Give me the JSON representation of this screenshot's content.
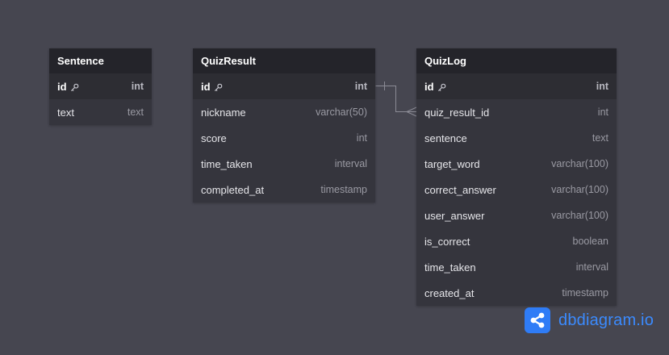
{
  "tables": [
    {
      "id": "sentence",
      "name": "Sentence",
      "fields": [
        {
          "name": "id",
          "type": "int",
          "pk": true
        },
        {
          "name": "text",
          "type": "text",
          "pk": false
        }
      ]
    },
    {
      "id": "quizresult",
      "name": "QuizResult",
      "fields": [
        {
          "name": "id",
          "type": "int",
          "pk": true
        },
        {
          "name": "nickname",
          "type": "varchar(50)",
          "pk": false
        },
        {
          "name": "score",
          "type": "int",
          "pk": false
        },
        {
          "name": "time_taken",
          "type": "interval",
          "pk": false
        },
        {
          "name": "completed_at",
          "type": "timestamp",
          "pk": false
        }
      ]
    },
    {
      "id": "quizlog",
      "name": "QuizLog",
      "fields": [
        {
          "name": "id",
          "type": "int",
          "pk": true
        },
        {
          "name": "quiz_result_id",
          "type": "int",
          "pk": false
        },
        {
          "name": "sentence",
          "type": "text",
          "pk": false
        },
        {
          "name": "target_word",
          "type": "varchar(100)",
          "pk": false
        },
        {
          "name": "correct_answer",
          "type": "varchar(100)",
          "pk": false
        },
        {
          "name": "user_answer",
          "type": "varchar(100)",
          "pk": false
        },
        {
          "name": "is_correct",
          "type": "boolean",
          "pk": false
        },
        {
          "name": "time_taken",
          "type": "interval",
          "pk": false
        },
        {
          "name": "created_at",
          "type": "timestamp",
          "pk": false
        }
      ]
    }
  ],
  "relations": [
    {
      "from": "QuizResult.id",
      "to": "QuizLog.quiz_result_id",
      "cardinality": "one-to-many"
    }
  ],
  "brand": {
    "text": "dbdiagram.io",
    "icon": "share-graph-icon"
  },
  "colors": {
    "background": "#464650",
    "header": "#24242a",
    "body": "#35353d",
    "brand": "#3b8bff"
  }
}
